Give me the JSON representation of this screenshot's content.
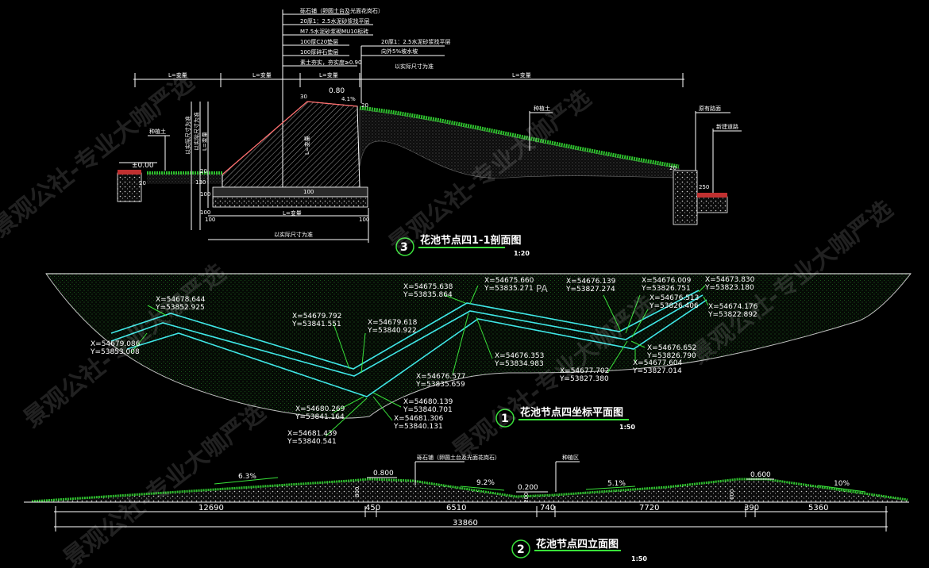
{
  "watermark": "景观公社-专业大咖严选",
  "section": {
    "title": "花池节点四1-1剖面图",
    "number": "3",
    "scale": "1:20",
    "layers": [
      "砾石铺（卵圆土台及光面花岗石）",
      "20厚1：2.5水泥砂浆找平层",
      "M7.5水泥砂浆砌MU10标砖",
      "100厚C20垫层",
      "100厚碎石垫层",
      "素土夯实，夯实度≥0.90"
    ],
    "right_note_1": "20厚1：2.5水泥砂浆找平层",
    "right_note_2": "向外5%坡水坡",
    "top_note": "以实际尺寸为准",
    "bottom_note": "以实际尺寸为准",
    "var_label": "L=变量",
    "plant_label": "种植土",
    "existing_road": "原有路面",
    "new_road": "新建道路",
    "level": "±0.00",
    "slope": "4.1%",
    "dims": {
      "d080": "0.80",
      "d30": "30",
      "d20a": "20",
      "d20b": "20",
      "d20c": "20",
      "d20d": "20",
      "d130": "130",
      "d100a": "100",
      "d100b": "100",
      "d100c": "100",
      "d100d": "100",
      "d100e": "100",
      "d250": "250"
    }
  },
  "plan": {
    "title": "花池节点四坐标平面图",
    "number": "1",
    "scale": "1:50",
    "pa_label": "PA",
    "coords": [
      {
        "x": "X=54679.086",
        "y": "Y=53853.008"
      },
      {
        "x": "X=54678.644",
        "y": "Y=53852.925"
      },
      {
        "x": "X=54679.792",
        "y": "Y=53841.551"
      },
      {
        "x": "X=54679.618",
        "y": "Y=53840.922"
      },
      {
        "x": "X=54680.269",
        "y": "Y=53841.164"
      },
      {
        "x": "X=54681.439",
        "y": "Y=53840.541"
      },
      {
        "x": "X=54680.139",
        "y": "Y=53840.701"
      },
      {
        "x": "X=54681.306",
        "y": "Y=53840.131"
      },
      {
        "x": "X=54676.577",
        "y": "Y=53835.659"
      },
      {
        "x": "X=54675.638",
        "y": "Y=53835.864"
      },
      {
        "x": "X=54675.660",
        "y": "Y=53835.271"
      },
      {
        "x": "X=54676.353",
        "y": "Y=53834.983"
      },
      {
        "x": "X=54676.139",
        "y": "Y=53827.274"
      },
      {
        "x": "X=54676.009",
        "y": "Y=53826.751"
      },
      {
        "x": "X=54676.513",
        "y": "Y=53826.406"
      },
      {
        "x": "X=54673.830",
        "y": "Y=53823.180"
      },
      {
        "x": "X=54674.176",
        "y": "Y=53822.892"
      },
      {
        "x": "X=54676.652",
        "y": "Y=53826.790"
      },
      {
        "x": "X=54677.604",
        "y": "Y=53827.014"
      },
      {
        "x": "X=54677.702",
        "y": "Y=53827.380"
      }
    ]
  },
  "elevation": {
    "title": "花池节点四立面图",
    "number": "2",
    "scale": "1:50",
    "label_left": "砾石铺（卵圆土台及光面花岗石）",
    "label_right": "种植区",
    "slopes": [
      "6.3%",
      "9.2%",
      "5.1%",
      "10%"
    ],
    "heights": [
      "0.800",
      "0.200",
      "0.600"
    ],
    "vert_dims": [
      "800",
      "200",
      "600"
    ],
    "segments": [
      "12690",
      "450",
      "6510",
      "740",
      "7720",
      "390",
      "5360"
    ],
    "total": "33860"
  }
}
